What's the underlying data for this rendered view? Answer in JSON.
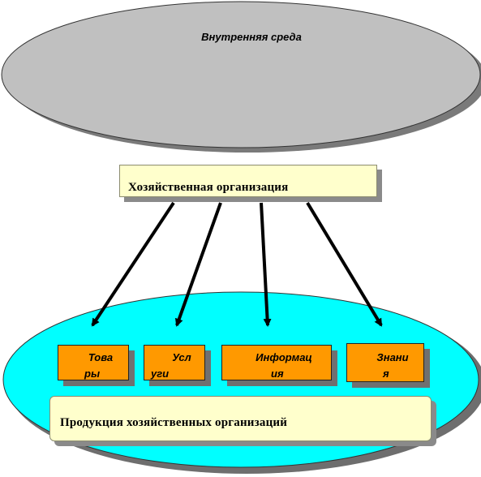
{
  "internal_environment": {
    "label": "Внутренняя среда"
  },
  "organization": {
    "label": "Хозяйственная организация"
  },
  "products": [
    {
      "line1": "Това",
      "line2": "ры"
    },
    {
      "line1": "Усл",
      "line2": "уги"
    },
    {
      "line1": "Информац",
      "line2": "ия"
    },
    {
      "line1": "Знани",
      "line2": "я"
    }
  ],
  "output": {
    "label": "Продукция хозяйственных организаций"
  },
  "colors": {
    "environment_fill": "#c0c0c0",
    "output_ellipse_fill": "#00ffff",
    "product_fill": "#ff9900",
    "label_box_fill": "#ffffcc"
  }
}
